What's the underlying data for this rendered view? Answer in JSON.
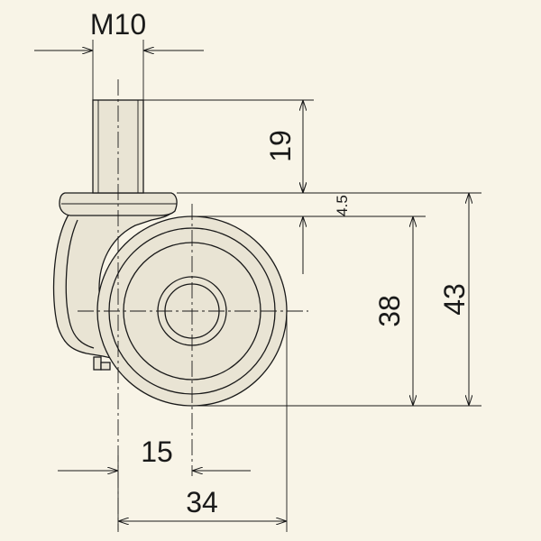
{
  "colors": {
    "background": "#f8f4e7",
    "line": "#1a1a1a",
    "part_fill": "#e9e4d4"
  },
  "dimensions": {
    "thread": "M10",
    "stem_height": "19",
    "plate_thickness": "4.5",
    "wheel_diameter": "38",
    "overall_height": "43",
    "offset": "15",
    "overall_width": "34"
  }
}
